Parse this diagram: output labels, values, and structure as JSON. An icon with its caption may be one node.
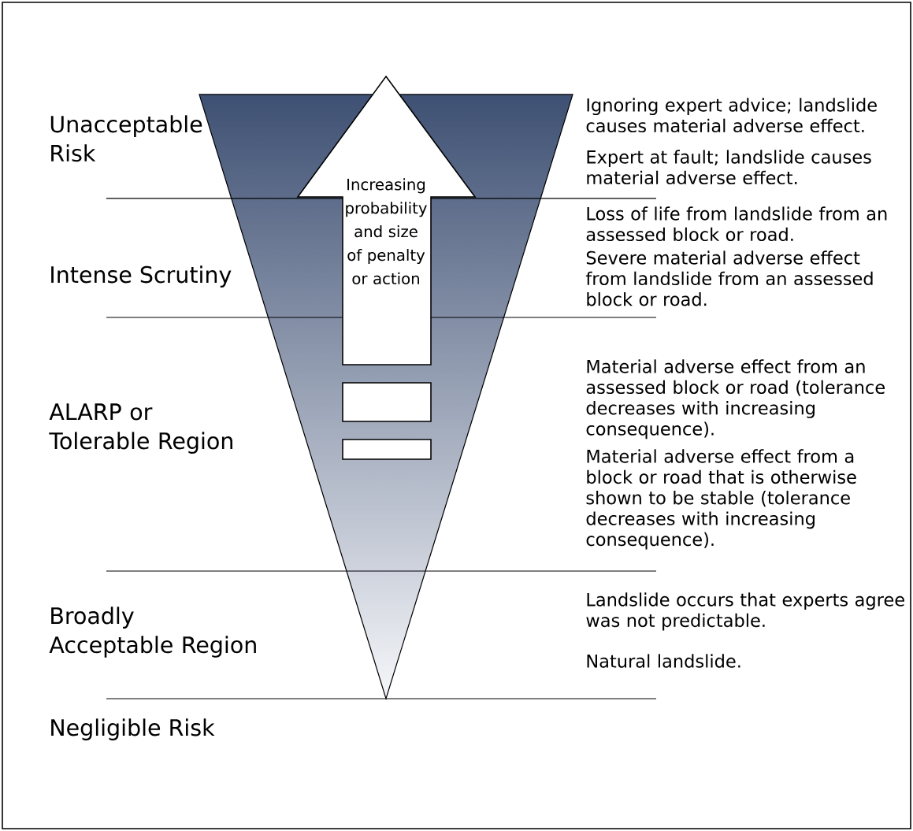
{
  "diagram": {
    "nodes": [
      {
        "text": [
          "Increasing probability and size of penalty or action"
        ]
      }
    ],
    "labels": [
      "Unacceptable Risk",
      "Intense Scrutiny",
      "ALARP or Tolerable Region",
      "Broadly Acceptable Region",
      "Negligible Risk",
      "Ignoring expert advice; landslide causes material adverse effect.",
      "Expert at fault; landslide causes material adverse effect.",
      "Loss of life from landslide from an assessed block or road.",
      "Severe material adverse effect from landslide from an assessed block or road.",
      "Material adverse effect from an assessed block or road (tolerance decreases with increasing consequence).",
      "Material adverse effect from a block or road that is otherwise shown to be stable (tolerance decreases with increasing consequence).",
      "Landslide occurs that experts agree was not predictable.",
      "Natural landslide."
    ]
  }
}
